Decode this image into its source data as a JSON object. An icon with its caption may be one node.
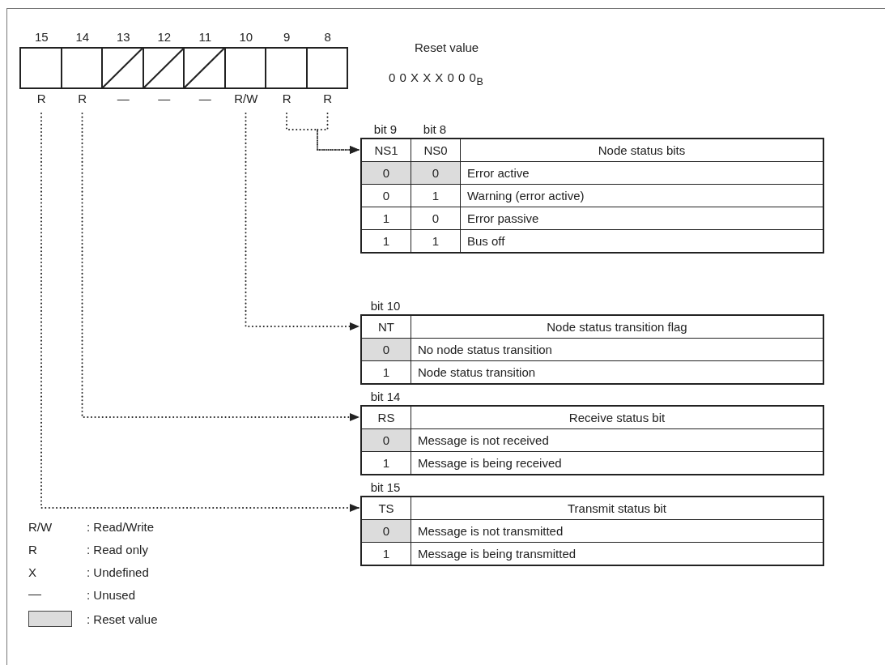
{
  "diagram": {
    "nodes": [
      {
        "text": [
          "15",
          "R"
        ]
      },
      {
        "text": [
          "14",
          "R"
        ]
      },
      {
        "text": [
          "13",
          "—"
        ]
      },
      {
        "text": [
          "12",
          "—"
        ]
      },
      {
        "text": [
          "11",
          "—"
        ]
      },
      {
        "text": [
          "10",
          "R/W"
        ]
      },
      {
        "text": [
          "9",
          "R"
        ]
      },
      {
        "text": [
          "8",
          "R"
        ]
      },
      {
        "text": [
          "bit 9",
          "bit 8",
          "NS1",
          "NS0",
          "Node status bits",
          "0",
          "0",
          "Error active",
          "0",
          "1",
          "Warning (error active)",
          "1",
          "0",
          "Error passive",
          "1",
          "1",
          "Bus off"
        ]
      },
      {
        "text": [
          "bit 10",
          "NT",
          "Node status transition flag",
          "0",
          "No node status transition",
          "1",
          "Node status transition"
        ]
      },
      {
        "text": [
          "bit 14",
          "RS",
          "Receive status bit",
          "0",
          "Message is not received",
          "1",
          "Message is being received"
        ]
      },
      {
        "text": [
          "bit 15",
          "TS",
          "Transmit status bit",
          "0",
          "Message is not transmitted",
          "1",
          "Message is being transmitted"
        ]
      }
    ],
    "edges": [
      {
        "from": 6,
        "to": 8,
        "arrow": "to",
        "style": "dashed"
      },
      {
        "from": 7,
        "to": 8,
        "arrow": "to",
        "style": "dashed"
      },
      {
        "from": 5,
        "to": 9,
        "arrow": "to",
        "style": "dashed"
      },
      {
        "from": 1,
        "to": 10,
        "arrow": "to",
        "style": "dashed"
      },
      {
        "from": 0,
        "to": 11,
        "arrow": "to",
        "style": "dashed"
      }
    ],
    "labels": [
      "Reset value",
      "0 0 X X X 0 0 0$_{B}$",
      "R/W",
      ": Read/Write",
      "R",
      ": Read only",
      "X",
      ": Undefined"
    ],
    "legend": [
      {
        "text": ": Unused"
      },
      {
        "text": ": Reset value",
        "color": "#dcdcdc"
      }
    ]
  }
}
